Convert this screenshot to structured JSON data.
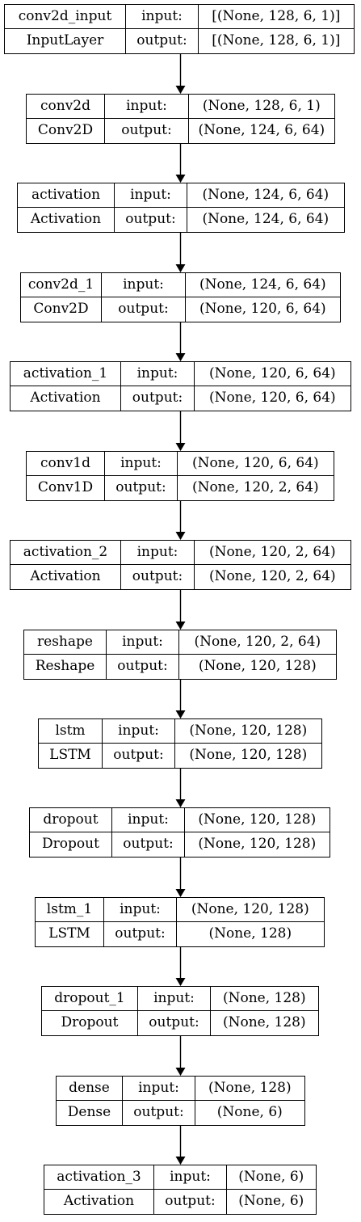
{
  "nodes": [
    {
      "name": "conv2d_input",
      "type": "InputLayer",
      "input": "[(None, 128, 6, 1)]",
      "output": "[(None, 128, 6, 1)]"
    },
    {
      "name": "conv2d",
      "type": "Conv2D",
      "input": "(None, 128, 6, 1)",
      "output": "(None, 124, 6, 64)"
    },
    {
      "name": "activation",
      "type": "Activation",
      "input": "(None, 124, 6, 64)",
      "output": "(None, 124, 6, 64)"
    },
    {
      "name": "conv2d_1",
      "type": "Conv2D",
      "input": "(None, 124, 6, 64)",
      "output": "(None, 120, 6, 64)"
    },
    {
      "name": "activation_1",
      "type": "Activation",
      "input": "(None, 120, 6, 64)",
      "output": "(None, 120, 6, 64)"
    },
    {
      "name": "conv1d",
      "type": "Conv1D",
      "input": "(None, 120, 6, 64)",
      "output": "(None, 120, 2, 64)"
    },
    {
      "name": "activation_2",
      "type": "Activation",
      "input": "(None, 120, 2, 64)",
      "output": "(None, 120, 2, 64)"
    },
    {
      "name": "reshape",
      "type": "Reshape",
      "input": "(None, 120, 2, 64)",
      "output": "(None, 120, 128)"
    },
    {
      "name": "lstm",
      "type": "LSTM",
      "input": "(None, 120, 128)",
      "output": "(None, 120, 128)"
    },
    {
      "name": "dropout",
      "type": "Dropout",
      "input": "(None, 120, 128)",
      "output": "(None, 120, 128)"
    },
    {
      "name": "lstm_1",
      "type": "LSTM",
      "input": "(None, 120, 128)",
      "output": "(None, 128)"
    },
    {
      "name": "dropout_1",
      "type": "Dropout",
      "input": "(None, 128)",
      "output": "(None, 128)"
    },
    {
      "name": "dense",
      "type": "Dense",
      "input": "(None, 128)",
      "output": "(None, 6)"
    },
    {
      "name": "activation_3",
      "type": "Activation",
      "input": "(None, 6)",
      "output": "(None, 6)"
    }
  ],
  "labels": {
    "input": "input:",
    "output": "output:"
  }
}
